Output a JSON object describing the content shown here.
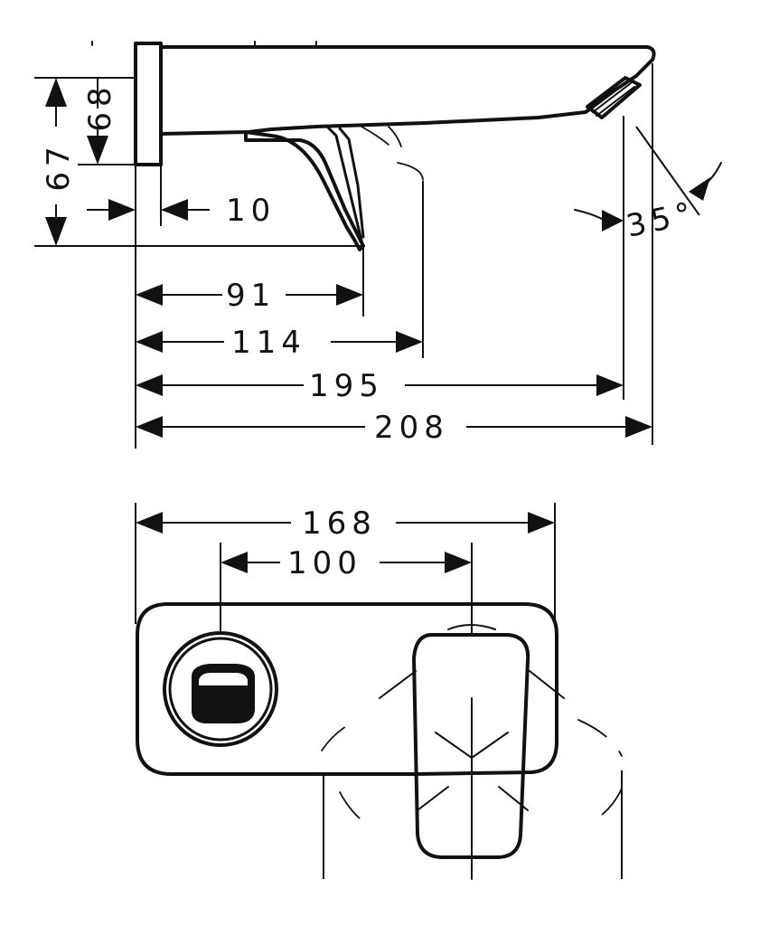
{
  "side_view": {
    "dims": {
      "d68": "68",
      "d67": "67",
      "d10": "10",
      "d91": "91",
      "d114": "114",
      "d195": "195",
      "d208": "208",
      "angle": "35°"
    }
  },
  "top_view": {
    "dims": {
      "d168": "168",
      "d100": "100"
    }
  }
}
